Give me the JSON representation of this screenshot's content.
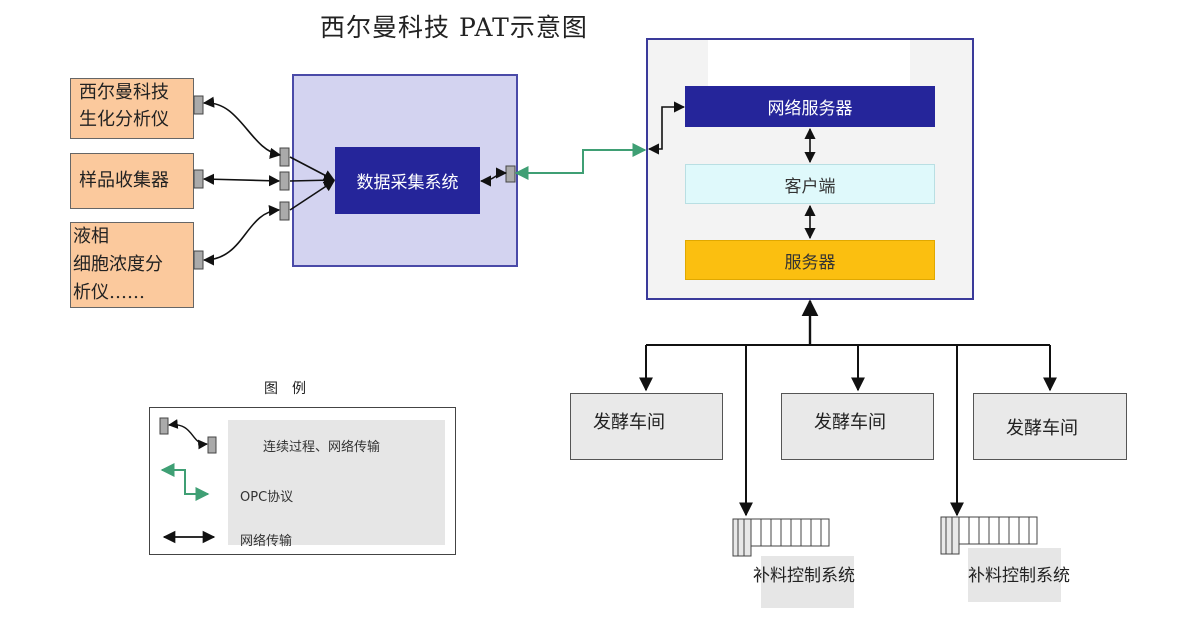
{
  "title": "西尔曼科技  PAT示意图",
  "instruments": [
    {
      "line1": "西尔曼科技",
      "line2": "生化分析仪",
      "line3": ""
    },
    {
      "line1": "样品收集器",
      "line2": "",
      "line3": ""
    },
    {
      "line1": "液相",
      "line2": "细胞浓度分",
      "line3": "析仪……"
    }
  ],
  "daq": {
    "label": "数据采集系统"
  },
  "server_stack": {
    "network_server": "网络服务器",
    "client": "客户端",
    "server": "服务器"
  },
  "workshops": [
    "发酵车间",
    "发酵车间",
    "发酵车间"
  ],
  "feed_controls": [
    "补料控制系统",
    "补料控制系统"
  ],
  "legend": {
    "title": "图例",
    "items": [
      "连续过程、网络传输",
      "OPC协议",
      "网络传输"
    ]
  },
  "colors": {
    "daq_fill": "#d3d3f0",
    "daq_border": "#4a4aa8",
    "navy": "#25259a",
    "instrument_fill": "#fbc99d",
    "client_fill": "#dff9fb",
    "server_fill": "#fbbf10",
    "opc_green": "#3f9f74"
  }
}
